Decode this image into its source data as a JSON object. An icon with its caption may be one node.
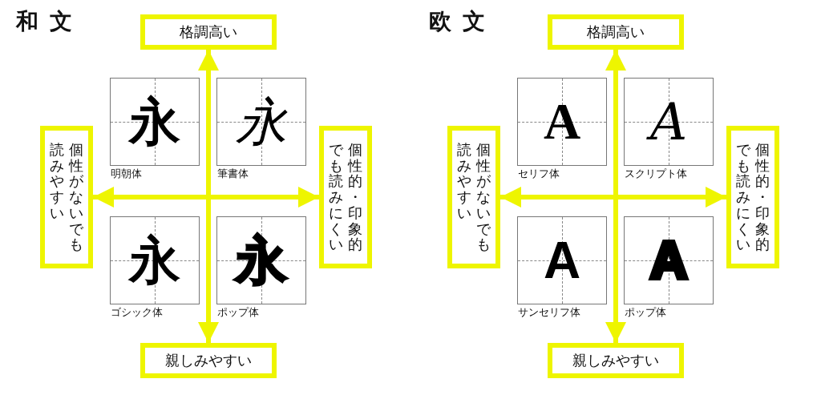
{
  "diagram": {
    "nodes": [
      {
        "text": [
          "格調高い"
        ]
      },
      {
        "text": [
          "永"
        ],
        "beside": [
          "明朝体"
        ]
      },
      {
        "text": [
          "永"
        ],
        "beside": [
          "筆書体"
        ]
      },
      {
        "text": [
          "個性がないでも読みやすい"
        ]
      },
      {
        "text": [
          "個性的・印象的でも読みにくい"
        ]
      },
      {
        "text": [
          "永"
        ],
        "beside": [
          "ゴシック体"
        ]
      },
      {
        "text": [
          "永"
        ],
        "beside": [
          "ポップ体"
        ]
      },
      {
        "text": [
          "親しみやすい"
        ]
      },
      {
        "text": [
          "格調高い"
        ]
      },
      {
        "text": [
          "A"
        ],
        "beside": [
          "セリフ体"
        ]
      },
      {
        "text": [
          "A"
        ],
        "beside": [
          "スクリプト体"
        ]
      },
      {
        "text": [
          "個性がないでも読みやすい"
        ]
      },
      {
        "text": [
          "個性的・印象的でも読みにくい"
        ]
      },
      {
        "text": [
          "A"
        ],
        "beside": [
          "サンセリフ体"
        ]
      },
      {
        "text": [
          "A"
        ],
        "beside": [
          "ポップ体"
        ]
      },
      {
        "text": [
          "親しみやすい"
        ]
      }
    ],
    "edges": [
      {
        "from": 0,
        "to": 7,
        "arrow": "both"
      },
      {
        "from": 3,
        "to": 4,
        "arrow": "both"
      },
      {
        "from": 8,
        "to": 15,
        "arrow": "both"
      },
      {
        "from": 11,
        "to": 12,
        "arrow": "both"
      }
    ],
    "labels": [
      "和文",
      "欧文"
    ]
  }
}
